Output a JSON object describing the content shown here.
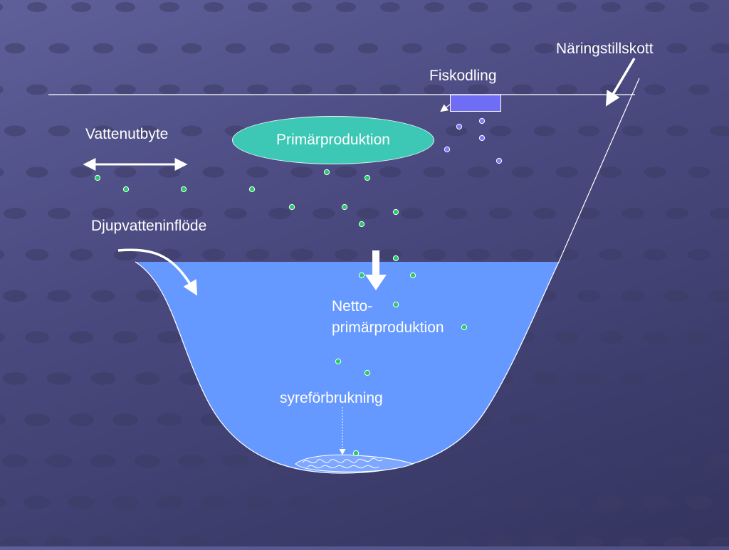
{
  "labels": {
    "naringstillskott": "Näringstillskott",
    "fiskodling": "Fiskodling",
    "vattenutbyte": "Vattenutbyte",
    "primarproduktion": "Primärproduktion",
    "djupvatteninflode": "Djupvatteninflöde",
    "netto_line1": "Netto-",
    "netto_line2": "primärproduktion",
    "syreforbrukning": "syreförbrukning"
  },
  "colors": {
    "background": "#55558c",
    "water": "#6699ff",
    "ellipse": "#3cc8b4",
    "fish_farm": "#6f6cf6",
    "green_particle": "#22cc66",
    "blue_particle": "#7b7bff",
    "line": "#ffffff"
  }
}
